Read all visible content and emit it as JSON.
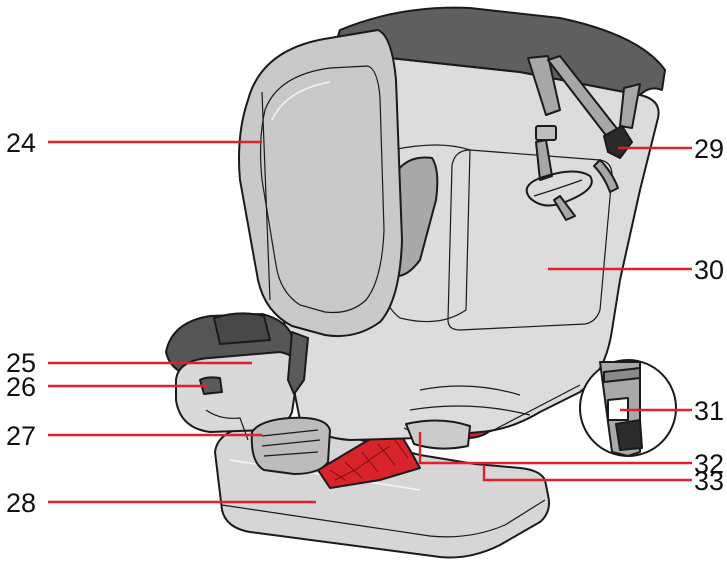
{
  "diagram": {
    "callouts": [
      {
        "id": "24",
        "label": "24"
      },
      {
        "id": "25",
        "label": "25"
      },
      {
        "id": "26",
        "label": "26"
      },
      {
        "id": "27",
        "label": "27"
      },
      {
        "id": "28",
        "label": "28"
      },
      {
        "id": "29",
        "label": "29"
      },
      {
        "id": "30",
        "label": "30"
      },
      {
        "id": "31",
        "label": "31"
      },
      {
        "id": "32",
        "label": "32"
      },
      {
        "id": "33",
        "label": "33"
      }
    ],
    "colors": {
      "shell": "#d9d9d9",
      "shell_shadow": "#c4c4c4",
      "headrest": "#bfbfbf",
      "dark_pad": "#5a5a5a",
      "strap": "#a9a9a9",
      "accent_red": "#d8232a",
      "leader": "#e0202e"
    }
  }
}
